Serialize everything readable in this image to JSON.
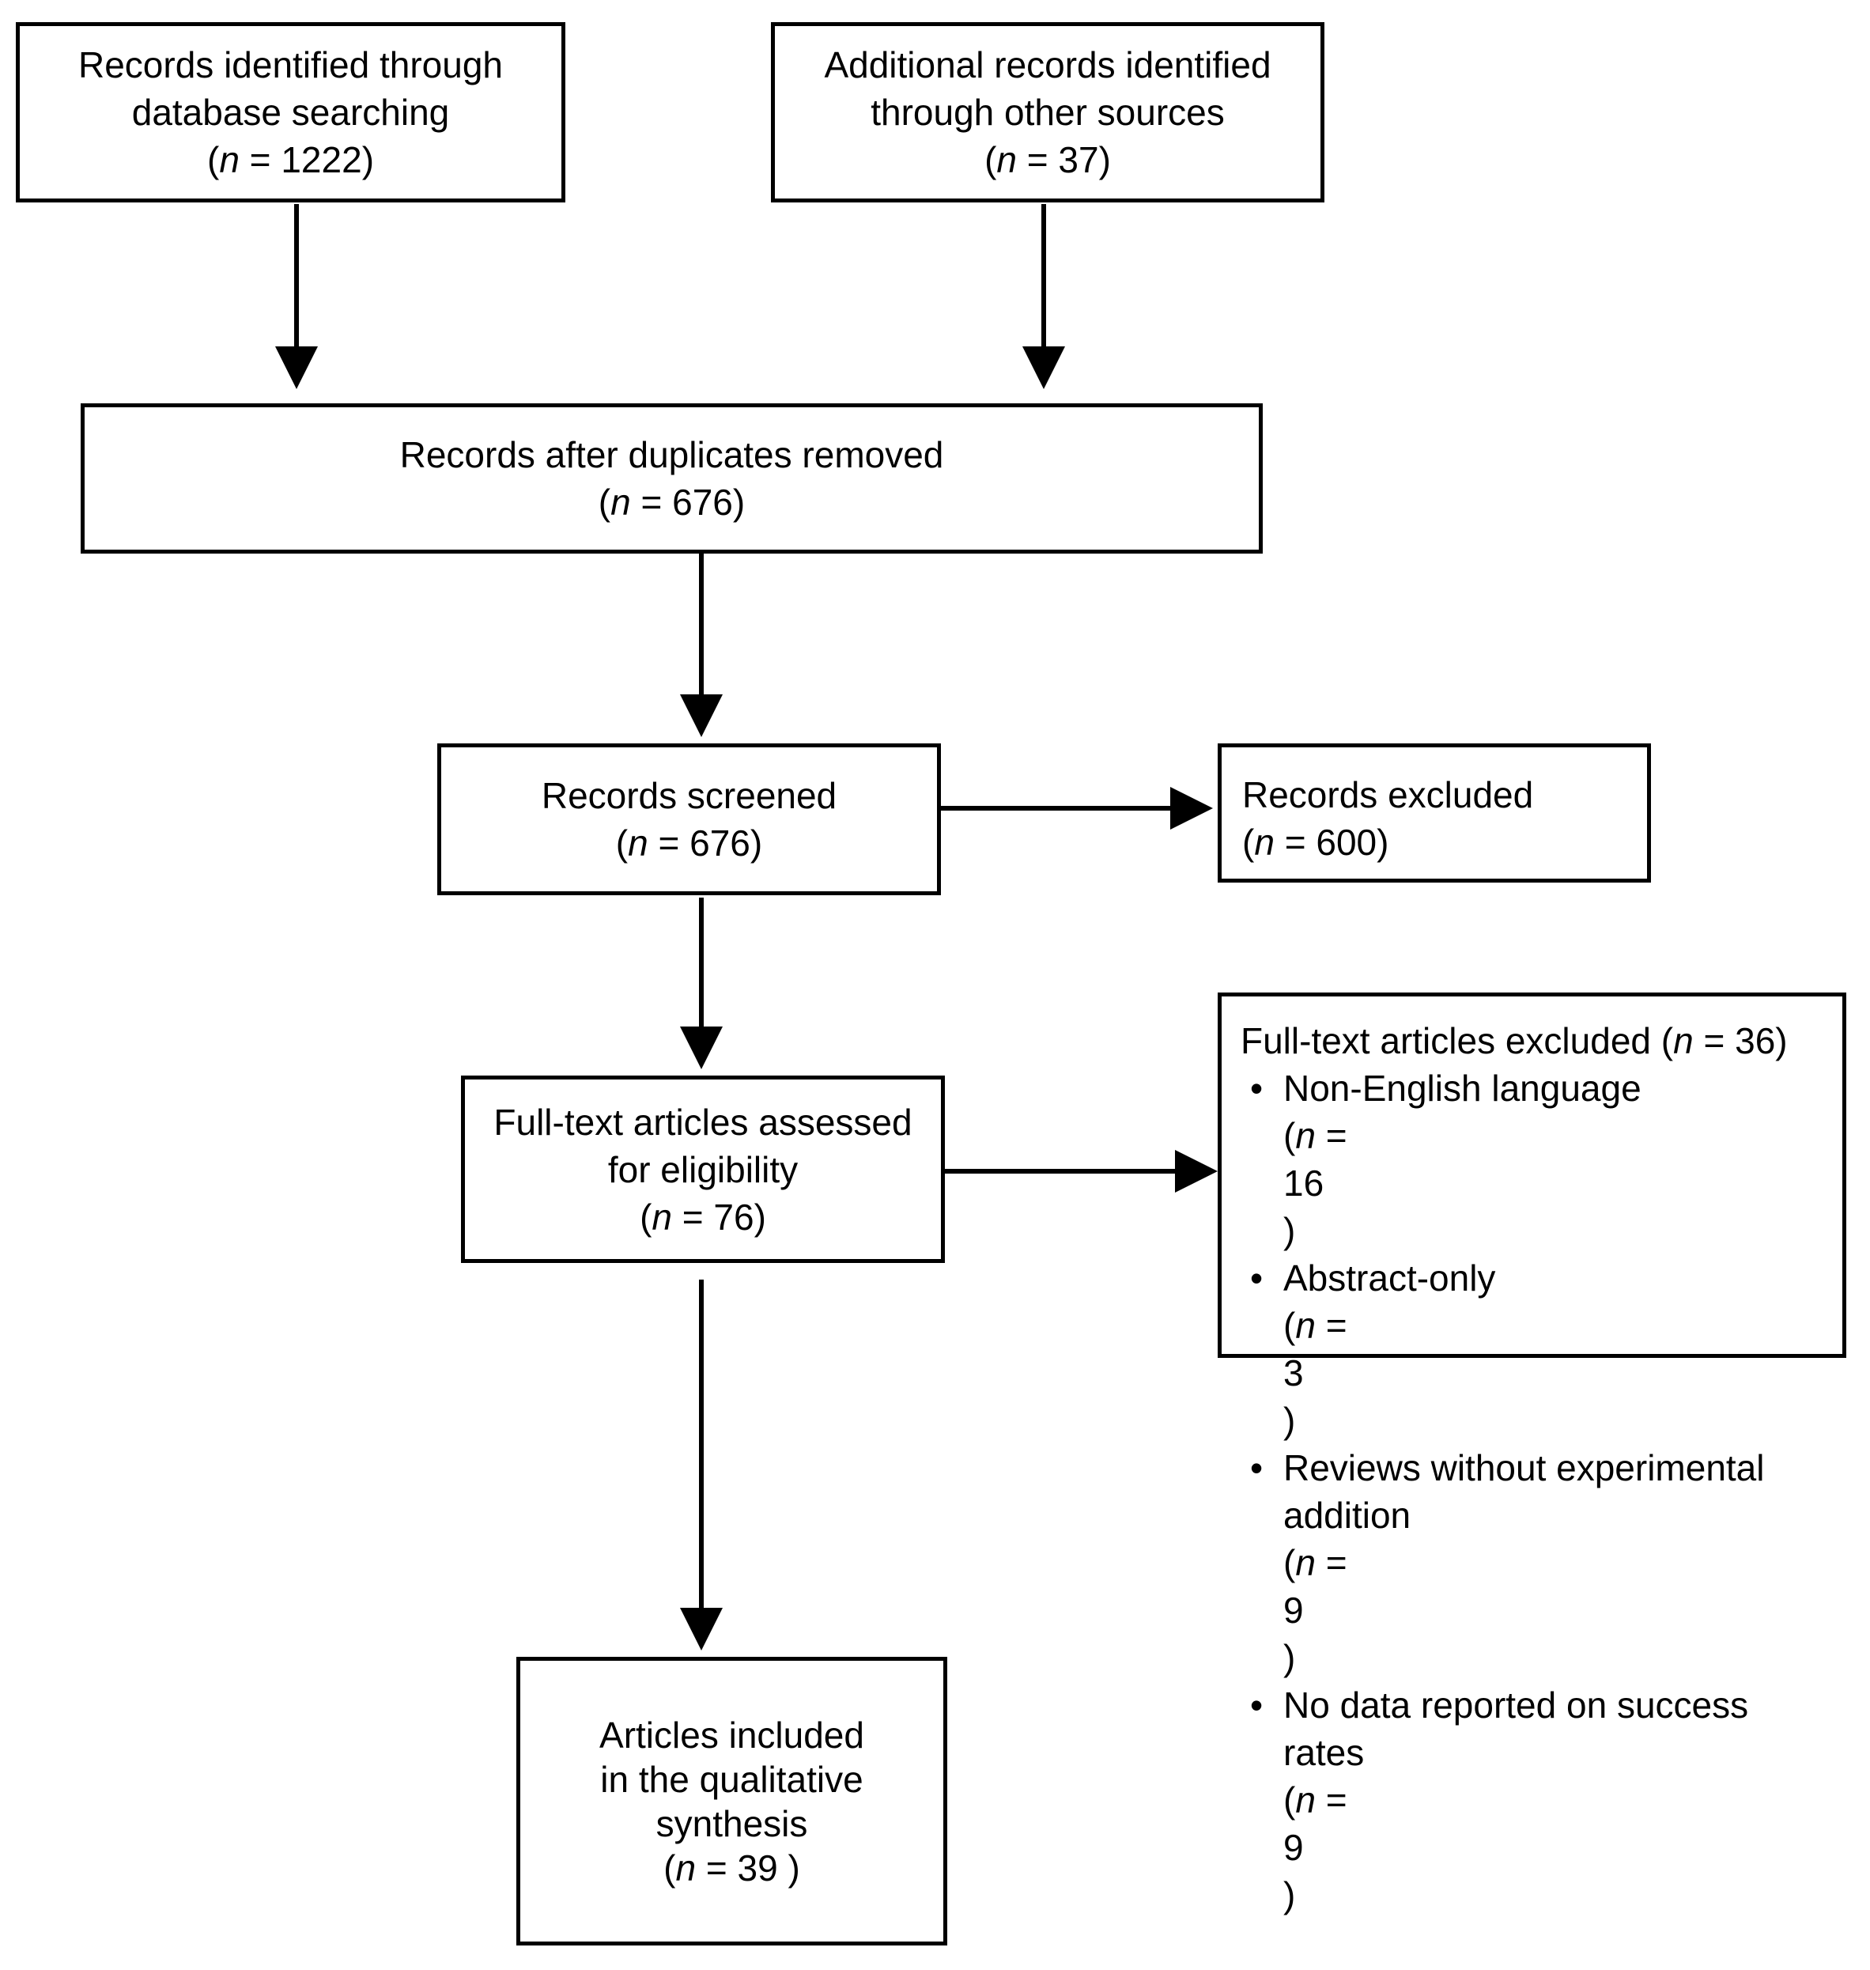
{
  "flow": {
    "identified_db": {
      "lines": [
        "Records identified through",
        "database searching"
      ],
      "n": "1222"
    },
    "identified_other": {
      "lines": [
        "Additional records identified",
        "through other sources"
      ],
      "n": "37"
    },
    "after_duplicates": {
      "lines": [
        "Records after duplicates removed"
      ],
      "n": "676"
    },
    "screened": {
      "lines": [
        "Records screened"
      ],
      "n": "676"
    },
    "excluded": {
      "lines": [
        "Records excluded"
      ],
      "n": "600"
    },
    "fulltext": {
      "lines": [
        "Full-text articles assessed",
        "for eligibility"
      ],
      "n": "76"
    },
    "fulltext_excluded": {
      "title": "Full-text articles excluded",
      "n": "36",
      "reasons": [
        {
          "lines": [
            "Non-English language"
          ],
          "n": "16"
        },
        {
          "lines": [
            "Abstract-only"
          ],
          "n": "3"
        },
        {
          "lines": [
            "Reviews without experimental",
            "addition"
          ],
          "n": "9"
        },
        {
          "lines": [
            "No data reported on success",
            "rates"
          ],
          "n": "9"
        }
      ]
    },
    "included": {
      "lines": [
        "Articles included",
        "in the qualitative",
        "synthesis"
      ],
      "n": "39"
    },
    "n_symbol": "n"
  }
}
